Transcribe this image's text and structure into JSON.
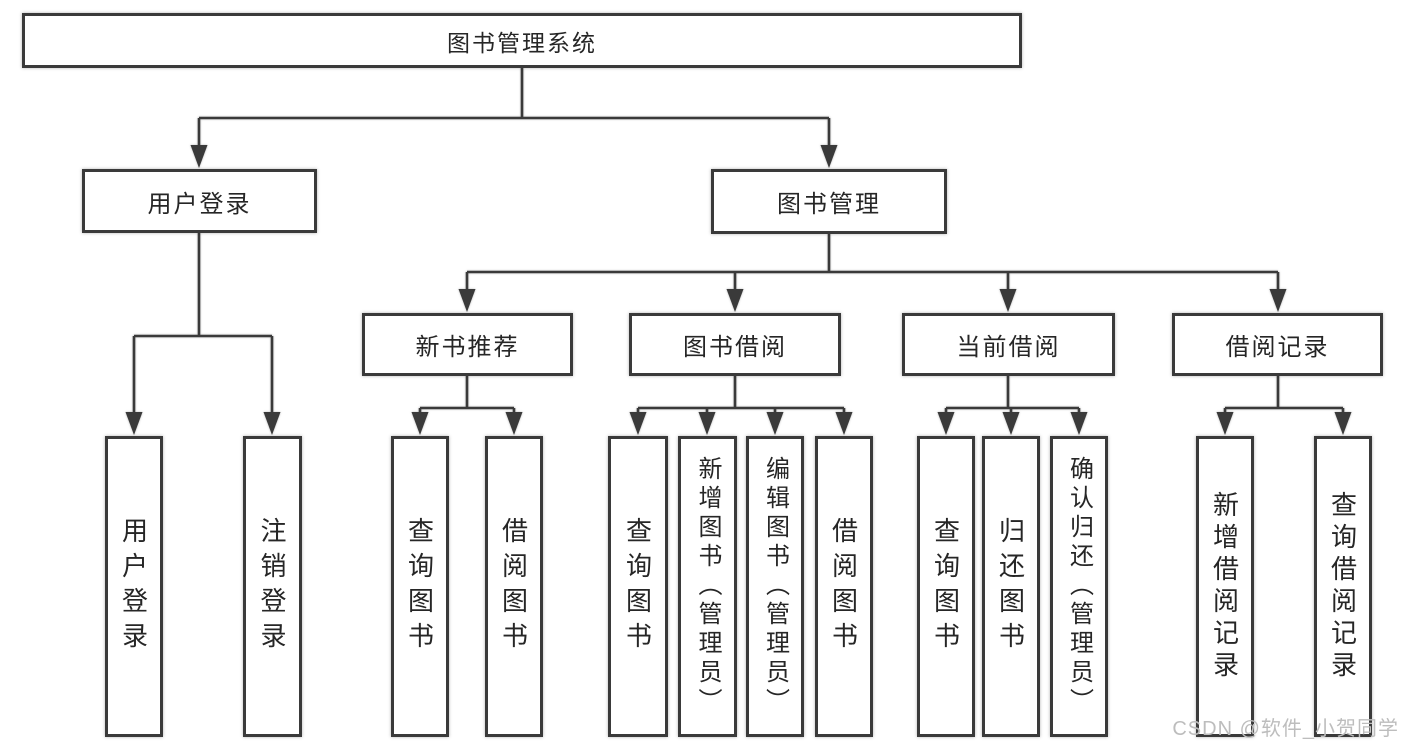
{
  "tree": {
    "root": "图书管理系统",
    "level2": {
      "user_login": "用户登录",
      "book_management": "图书管理"
    },
    "user_login_children": [
      "用户登录",
      "注销登录"
    ],
    "book_management_sections": {
      "new_book": "新书推荐",
      "book_borrow": "图书借阅",
      "current_borrow": "当前借阅",
      "borrow_records": "借阅记录"
    },
    "new_book_children": [
      "查询图书",
      "借阅图书"
    ],
    "book_borrow_children": [
      "查询图书",
      "新增图书（管理员）",
      "编辑图书（管理员）",
      "借阅图书"
    ],
    "current_borrow_children": [
      "查询图书",
      "归还图书",
      "确认归还（管理员）"
    ],
    "borrow_records_children": [
      "新增借阅记录",
      "查询借阅记录"
    ]
  },
  "watermark": "CSDN @软件_小贺同学",
  "colors": {
    "line": "#3a3a3a",
    "box_border": "#3a3a3a",
    "text": "#262626",
    "background": "#ffffff",
    "watermark": "#bdbdbd"
  }
}
